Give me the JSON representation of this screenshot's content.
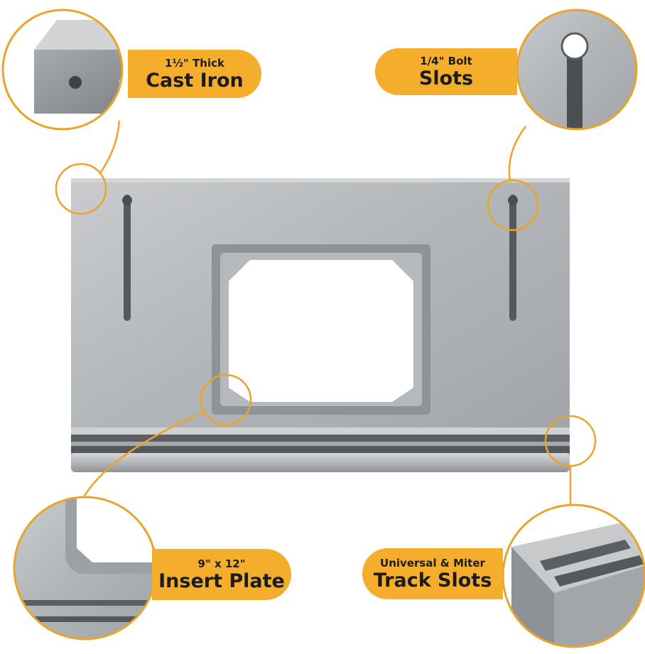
{
  "callouts": {
    "cast_iron": {
      "small": "1½\" Thick",
      "big": "Cast Iron"
    },
    "bolt_slots": {
      "small": "1/4\" Bolt",
      "big": "Slots"
    },
    "insert_plate": {
      "small": "9\" x 12\"",
      "big": "Insert Plate"
    },
    "track_slots": {
      "small": "Universal & Miter",
      "big": "Track Slots"
    }
  },
  "colors": {
    "accent": "#f4ae2b",
    "outline": "#e9a42a",
    "metal": "#b9bcbf"
  }
}
